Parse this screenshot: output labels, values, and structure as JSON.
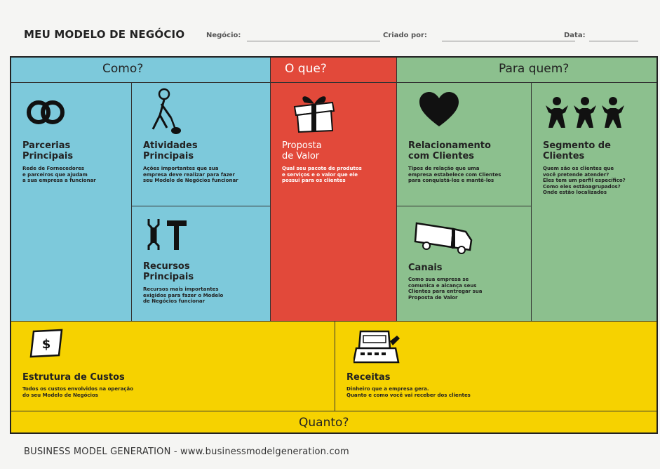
{
  "header": {
    "title": "MEU MODELO DE NEGÓCIO",
    "business_label": "Negócio:",
    "creator_label": "Criado por:",
    "date_label": "Data:"
  },
  "bands": {
    "como": "Como?",
    "oque": "O que?",
    "paraquem": "Para quem?",
    "quanto": "Quanto?"
  },
  "blocks": {
    "parcerias": {
      "title": [
        "Parcerias",
        "Principais"
      ],
      "desc": [
        "Rede de Fornecedores",
        "e parceiros que ajudam",
        "a sua empresa a funcionar"
      ]
    },
    "atividades": {
      "title": [
        "Atividades",
        "Principais"
      ],
      "desc": [
        "Ações importantes que sua",
        "empresa deve realizar para fazer",
        "seu Modelo de Negócios funcionar"
      ]
    },
    "recursos": {
      "title": [
        "Recursos",
        "Principais"
      ],
      "desc": [
        "Recursos mais importantes",
        "exigidos para fazer o Modelo",
        "de Negócios funcionar"
      ]
    },
    "proposta": {
      "title": [
        "Proposta",
        "de Valor"
      ],
      "desc": [
        "Qual seu pacote de produtos",
        "e serviços e o valor que ele",
        "possui para os clientes"
      ]
    },
    "relacionamento": {
      "title": [
        "Relacionamento",
        "com Clientes"
      ],
      "desc": [
        "Tipos de relação que uma",
        "empresa estabelece com Clientes",
        "para conquistá-los e mantê-los"
      ]
    },
    "canais": {
      "title": [
        "Canais"
      ],
      "desc": [
        "Como sua empresa se",
        "comunica e alcança seus",
        "Clientes para entregar sua",
        "Proposta de Valor"
      ]
    },
    "segmento": {
      "title": [
        "Segmento de",
        "Clientes"
      ],
      "desc": [
        "Quem são os clientes que",
        "você pretende atender?",
        "Eles tem um perfil específico?",
        "Como eles estãoagrupados?",
        "Onde estão localizados"
      ]
    },
    "custos": {
      "title": [
        "Estrutura de Custos"
      ],
      "desc": [
        "Todos os custos envolvidos na operação",
        "do seu Modelo de Negócios"
      ]
    },
    "receitas": {
      "title": [
        "Receitas"
      ],
      "desc": [
        "Dinheiro que a empresa gera.",
        "Quanto e como você vai receber dos clientes"
      ]
    }
  },
  "icons": {
    "parcerias": "rings-icon",
    "atividades": "worker-digging-icon",
    "recursos": "tools-icon",
    "proposta": "gift-icon",
    "relacionamento": "heart-icon",
    "canais": "delivery-truck-icon",
    "segmento": "people-group-icon",
    "custos": "dollar-bill-icon",
    "receitas": "cash-register-icon",
    "dollar_symbol": "$"
  },
  "colors": {
    "como": "#7dc9db",
    "oque": "#e2493a",
    "paraquem": "#8cc08e",
    "quanto": "#f6d200"
  },
  "footer": "BUSINESS MODEL GENERATION - www.businessmodelgeneration.com"
}
